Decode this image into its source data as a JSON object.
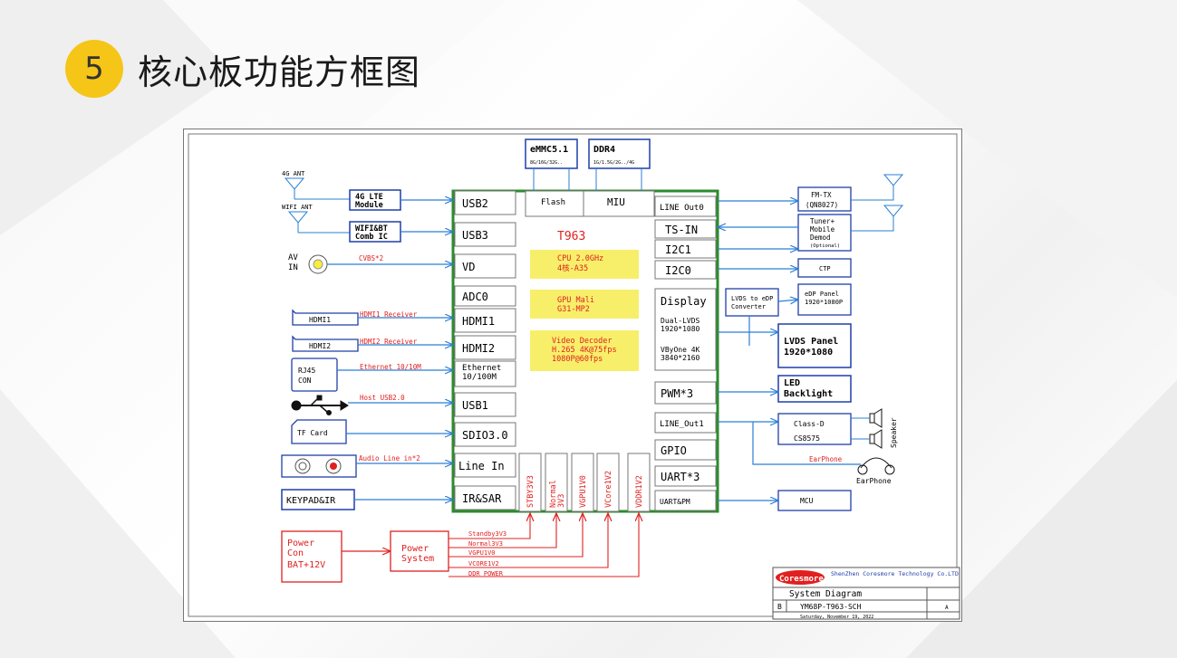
{
  "header": {
    "number": "5",
    "title": "核心板功能方框图"
  },
  "soc": {
    "name": "T963",
    "left_ports": [
      "USB2",
      "USB3",
      "VD",
      "ADC0",
      "HDMI1",
      "HDMI2",
      "Ethernet\n10/100M",
      "USB1",
      "SDIO3.0",
      "Line In",
      "IR&SAR"
    ],
    "top_ports": [
      "Flash",
      "MIU"
    ],
    "right_ports": [
      "LINE Out0",
      "TS-IN",
      "I2C1",
      "I2C0",
      "Display",
      "PWM*3",
      "LINE_Out1",
      "GPIO",
      "UART*3",
      "UART&PM"
    ],
    "display_info": [
      "Dual-LVDS",
      "1920*1080",
      "VByOne  4K",
      "3840*2160"
    ],
    "bottom_ports": [
      "STBY3V3",
      "Normal\n3V3",
      "VGPU1V0",
      "VCore1V2",
      "VDDR1V2"
    ],
    "features": [
      {
        "lines": [
          "CPU  2.0GHz",
          "4核-A35"
        ]
      },
      {
        "lines": [
          "GPU Mali",
          "G31-MP2"
        ]
      },
      {
        "lines": [
          "Video  Decoder",
          "H.265  4K@75fps",
          "1080P@60fps"
        ]
      }
    ]
  },
  "memory": [
    {
      "name": "eMMC5.1",
      "sub": "8G/16G/32G.."
    },
    {
      "name": "DDR4",
      "sub": "1G/1.5G/2G../4G"
    }
  ],
  "left_devices": {
    "ant_4g": "4G ANT",
    "ant_wifi": "WIFI ANT",
    "lte": [
      "4G LTE",
      "Module"
    ],
    "wifi": [
      "WIFI&BT",
      "Comb IC"
    ],
    "av": [
      "AV",
      "IN"
    ],
    "hdmi1": "HDMI1",
    "hdmi2": "HDMI2",
    "rj45": [
      "RJ45",
      "CON"
    ],
    "tf": "TF Card",
    "keypad": "KEYPAD&IR"
  },
  "left_signals": [
    "CVBS*2",
    "HDMI1  Receiver",
    "HDMI2  Receiver",
    "Ethernet  10/10M",
    "Host  USB2.0",
    "Audio Line in*2"
  ],
  "right_devices": {
    "fmtx": [
      "FM-TX",
      "(QN8027)"
    ],
    "tuner": [
      "Tuner+",
      "Mobile",
      "Demod",
      "(Optional)"
    ],
    "ctp": "CTP",
    "edp": [
      "eDP Panel",
      "1920*1080P"
    ],
    "lvds_conv": [
      "LVDS to eDP",
      "Converter"
    ],
    "lvds_panel": [
      "LVDS  Panel",
      "1920*1080"
    ],
    "led": [
      "LED",
      "Backlight"
    ],
    "classd": [
      "Class-D",
      "CS8575"
    ],
    "speaker": "Speaker",
    "earphone_sig": "EarPhone",
    "earphone": "EarPhone",
    "mcu": "MCU"
  },
  "power": {
    "con": [
      "Power",
      "Con",
      "BAT+12V"
    ],
    "system": [
      "Power",
      "System"
    ],
    "rails": [
      "Standby3V3",
      "Normal3V3",
      "VGPU1V0",
      "VCORE1V2",
      "DDR POWER"
    ]
  },
  "title_block": {
    "logo": "Coresmore",
    "company": "ShenZhen Coresmore Technology Co.LTD",
    "title": "System Diagram",
    "size": "B",
    "doc": "YM68P-T963-SCH",
    "date": "Saturday, November 19, 2022",
    "rev": "A"
  },
  "colors": {
    "accent": "#f5c518",
    "soc_border": "#2e8b2e",
    "wire": "#2a7fd4",
    "power": "#e02020",
    "feature_bg": "#f7ef6a",
    "box_blue": "#1f3fa8"
  }
}
